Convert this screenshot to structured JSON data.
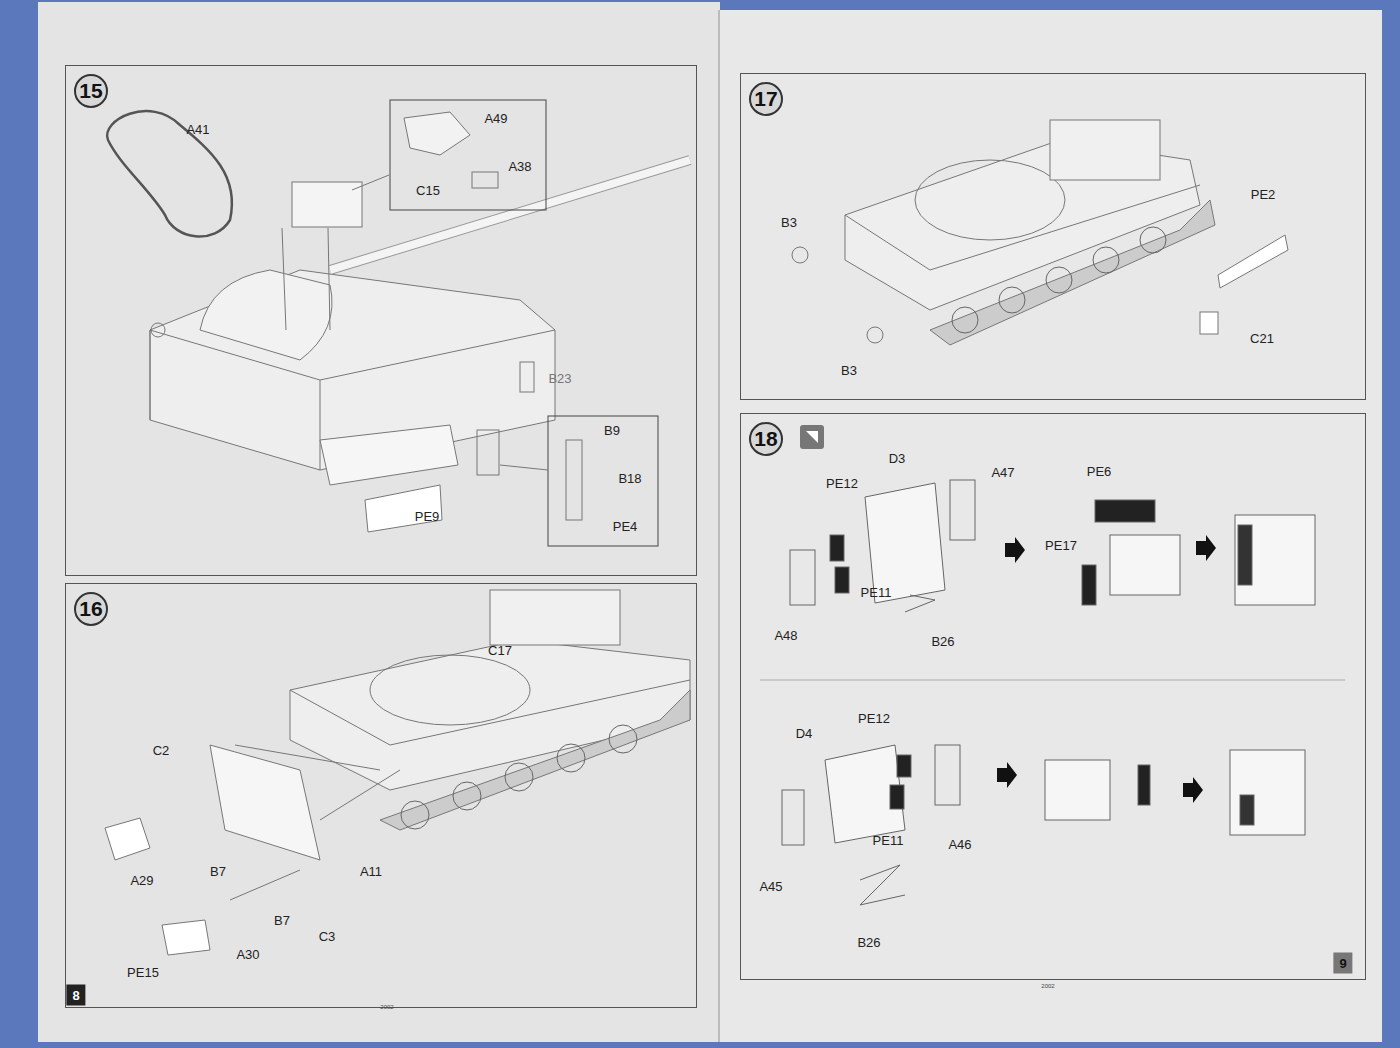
{
  "diagram": {
    "nodes": [
      {
        "text": [
          "15"
        ]
      },
      {
        "text": [
          "16"
        ]
      },
      {
        "text": [
          "17"
        ]
      },
      {
        "text": [
          "18"
        ]
      }
    ],
    "labels": [
      "A41",
      "A49",
      "A38",
      "C15",
      "B23",
      "B9",
      "B18",
      "PE9",
      "PE4",
      "C17",
      "C2",
      "A29",
      "B7",
      "A11",
      "B7",
      "C3",
      "PE15",
      "A30",
      "B3",
      "PE2",
      "B3",
      "C21",
      "PE12",
      "D3",
      "A47",
      "PE6",
      "PE17",
      "PE11",
      "A48",
      "B26",
      "D4",
      "PE12",
      "A46",
      "PE11",
      "A45",
      "B26",
      "8",
      "9",
      "2002",
      "2002"
    ]
  }
}
